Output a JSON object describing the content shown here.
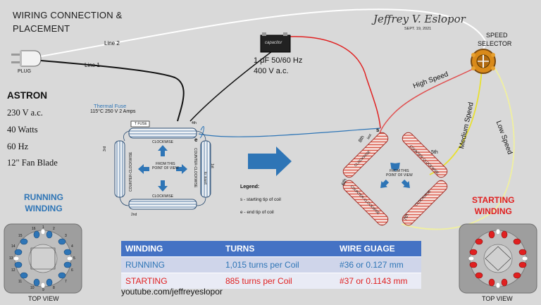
{
  "title_lines": [
    "WIRING CONNECTION &",
    "PLACEMENT"
  ],
  "plug_label": "PLUG",
  "line1_label": "Line 1",
  "line2_label": "Line 2",
  "specs": {
    "brand": "ASTRON",
    "voltage": "230 V a.c.",
    "power": "40 Watts",
    "frequency": "60 Hz",
    "blade": "12\" Fan Blade"
  },
  "thermal_fuse": {
    "title": "Thermal Fuse",
    "rating": "115°C  250 V  2 Amps",
    "tag": "T FUSE"
  },
  "capacitor": {
    "body_label": "capacitor",
    "rating_line1": "1 μF  50/60 Hz",
    "rating_line2": "400 V a.c."
  },
  "signature": {
    "name": "Jeffrey V. Eslopor",
    "date": "SEPT. 19, 2021"
  },
  "speed_selector": {
    "label_line1": "SPEED",
    "label_line2": "SELECTOR",
    "high": "High Speed",
    "medium": "Medium Speed",
    "low": "Low Speed"
  },
  "running_coils": {
    "top": "CLOCKWISE",
    "bottom": "CLOCKWISE",
    "left": "COUNTER-CLOCKWISE",
    "right": "COUNTER-CLOCKWISE",
    "center_line1": "FROM THIS",
    "center_line2": "POINT OF VIEW",
    "label_1st": "1st",
    "label_2nd": "2nd",
    "label_3rd": "3rd",
    "label_4th": "4th",
    "to_insert": "to insert",
    "end_marker": "e"
  },
  "starting_coils": {
    "upper_left": "CLOCKWISE",
    "upper_right": "COUNTER-CLOCKWISE",
    "lower_left": "COUNTER-CLOCKWISE",
    "lower_right": "CLOCKWISE",
    "center_line1": "FROM THIS",
    "center_line2": "POINT OF VIEW",
    "label_5th": "5th",
    "label_6th": "6th",
    "label_7th": "7th",
    "label_8th": "8th",
    "last": "last",
    "start_marker": "s"
  },
  "legend": {
    "title": "Legend:",
    "s_item": "s  - starting tip of coil",
    "e_item": "e  - end tip of coil"
  },
  "running_winding_label": [
    "RUNNING",
    "WINDING"
  ],
  "starting_winding_label": [
    "STARTING",
    "WINDING"
  ],
  "top_view_left": "TOP VIEW",
  "top_view_right": "TOP VIEW",
  "stator_numbers_left": [
    "1",
    "2",
    "3",
    "4",
    "5",
    "6",
    "7",
    "8",
    "9",
    "10",
    "11",
    "12",
    "13",
    "14",
    "15",
    "16"
  ],
  "table": {
    "headers": [
      "WINDING",
      "TURNS",
      "WIRE GUAGE"
    ],
    "rows": [
      [
        "RUNNING",
        "1,015 turns per Coil",
        "#36 or 0.127 mm"
      ],
      [
        "STARTING",
        "885 turns per Coil",
        "#37 or 0.1143 mm"
      ]
    ]
  },
  "youtube": "youtube.com/jeffreyeslopor",
  "colors": {
    "background": "#d9d9d9",
    "running_blue": "#2e75b6",
    "starting_red": "#e02020",
    "table_header": "#4472c4",
    "coil_copper": "#d94a3a",
    "selector_orange": "#d98a1a"
  }
}
